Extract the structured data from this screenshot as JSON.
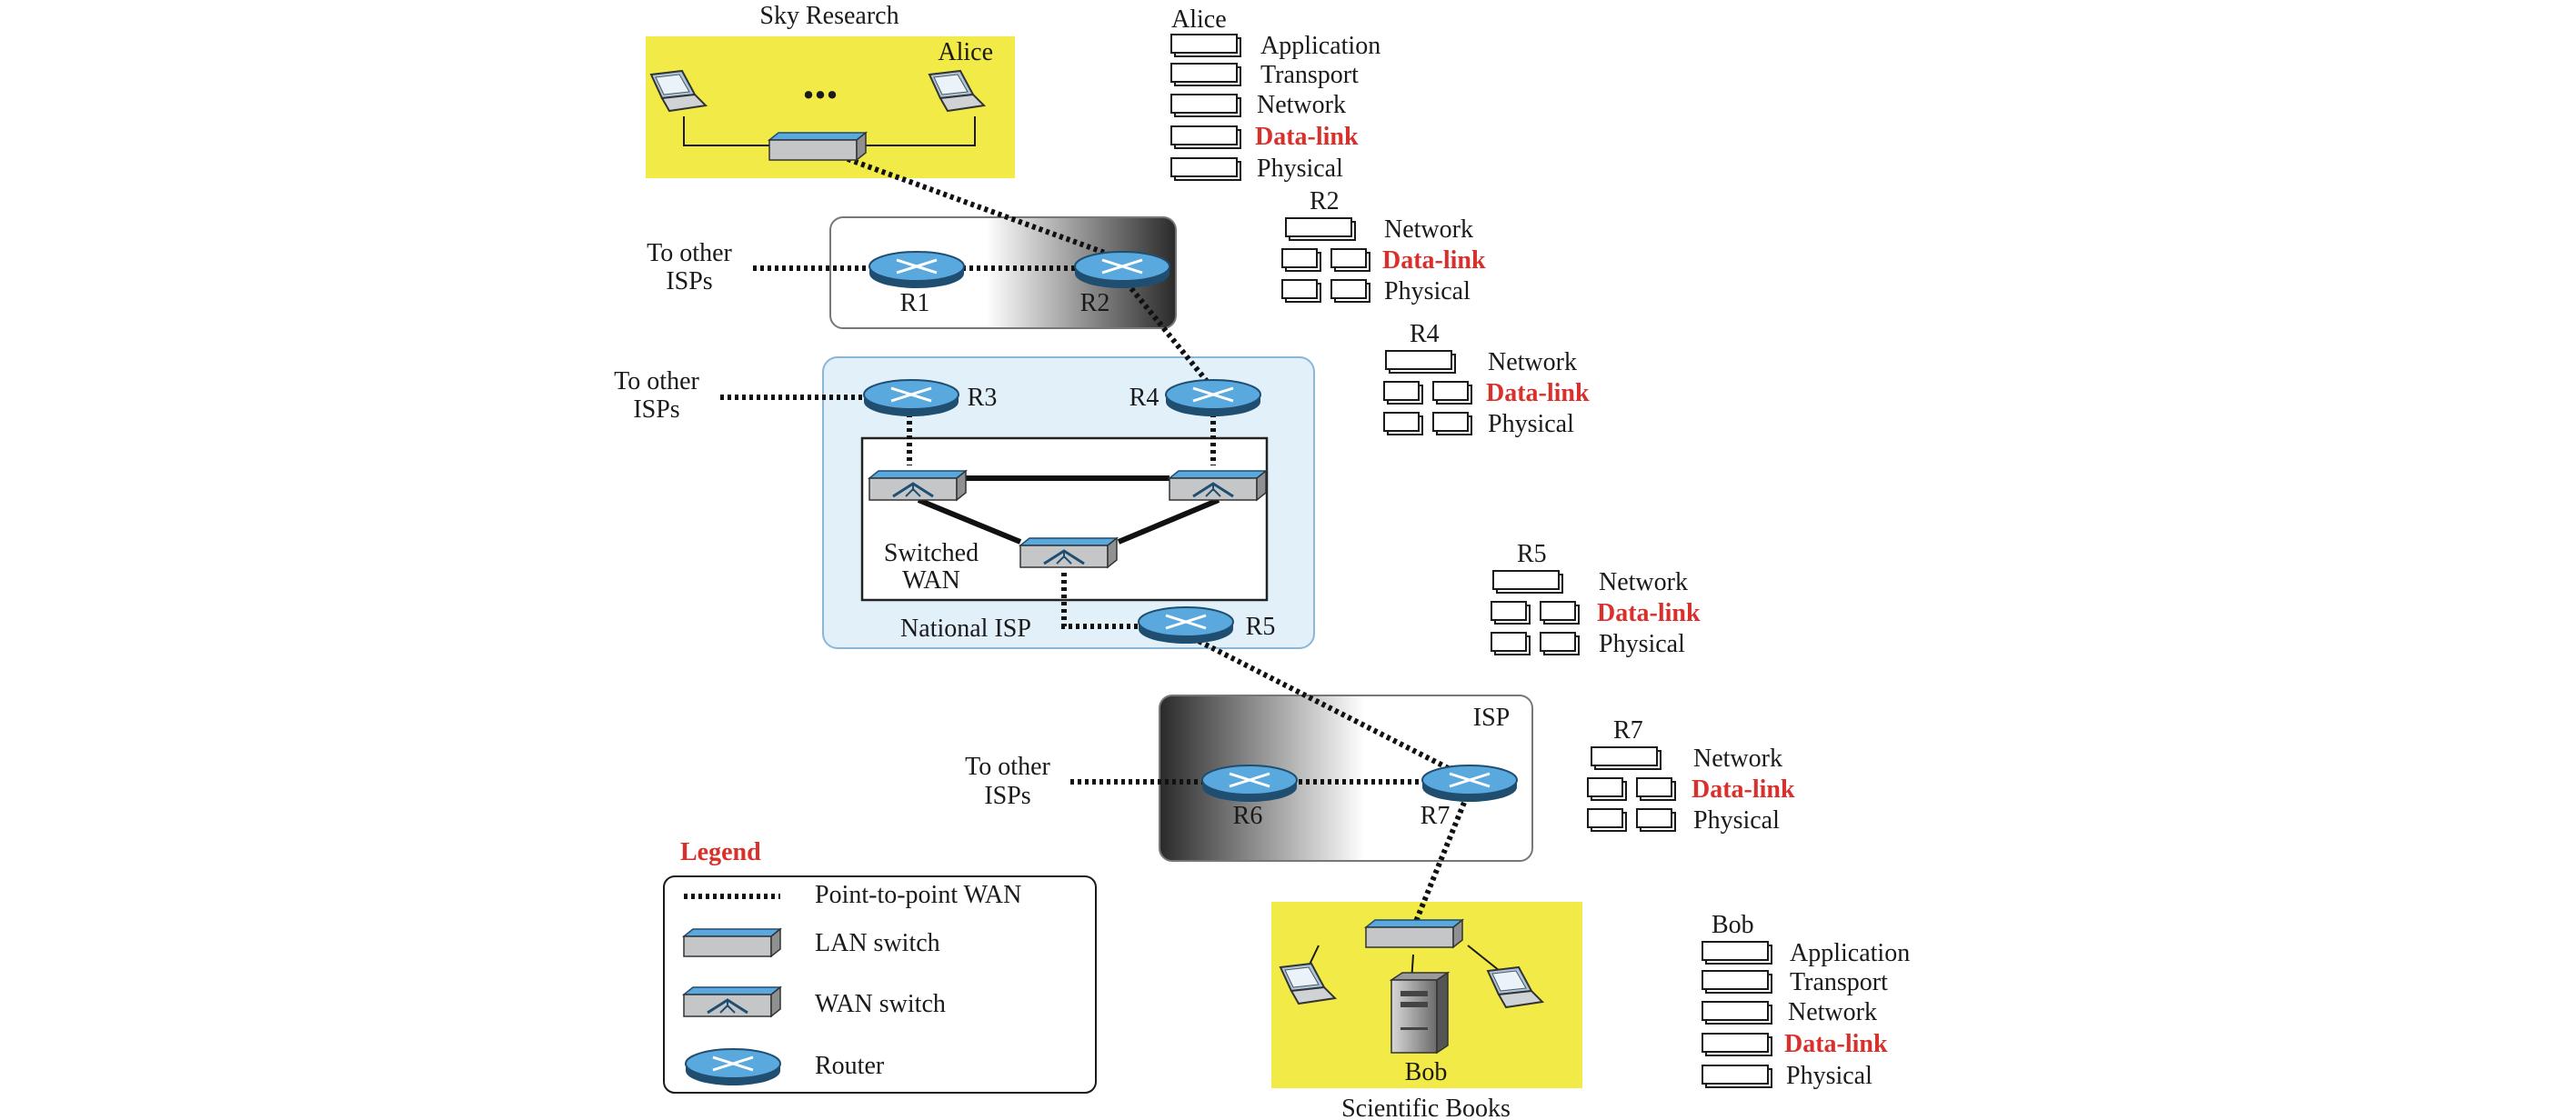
{
  "sites": {
    "sky_research": "Sky Research",
    "alice_site": "Alice",
    "bob_site": "Bob",
    "scientific_books": "Scientific Books",
    "ellipsis": "..."
  },
  "networks": {
    "national_isp": "National ISP",
    "isp": "ISP",
    "switched_wan_1": "Switched",
    "switched_wan_2": "WAN"
  },
  "to_other_isps": {
    "line1": "To other",
    "line2": "ISPs"
  },
  "routers": {
    "r1": "R1",
    "r2": "R2",
    "r3": "R3",
    "r4": "R4",
    "r5": "R5",
    "r6": "R6",
    "r7": "R7"
  },
  "stacks": [
    {
      "title": "Alice",
      "layers": [
        "Application",
        "Transport",
        "Network",
        "Data-link",
        "Physical"
      ]
    },
    {
      "title": "R2",
      "layers": [
        "Network",
        "Data-link",
        "Physical"
      ]
    },
    {
      "title": "R4",
      "layers": [
        "Network",
        "Data-link",
        "Physical"
      ]
    },
    {
      "title": "R5",
      "layers": [
        "Network",
        "Data-link",
        "Physical"
      ]
    },
    {
      "title": "R7",
      "layers": [
        "Network",
        "Data-link",
        "Physical"
      ]
    },
    {
      "title": "Bob",
      "layers": [
        "Application",
        "Transport",
        "Network",
        "Data-link",
        "Physical"
      ]
    }
  ],
  "legend": {
    "title": "Legend",
    "items": [
      {
        "label": "Point-to-point WAN",
        "icon": "dotted-line-icon"
      },
      {
        "label": "LAN switch",
        "icon": "lan-switch-icon"
      },
      {
        "label": "WAN switch",
        "icon": "wan-switch-icon"
      },
      {
        "label": "Router",
        "icon": "router-icon"
      }
    ]
  },
  "colors": {
    "site_yellow": "#f2ea47",
    "national_isp_bg": "#e2f0fa",
    "device_blue": "#5aa9de",
    "device_gray": "#c4c6c8",
    "data_link_red": "#d9302c"
  }
}
